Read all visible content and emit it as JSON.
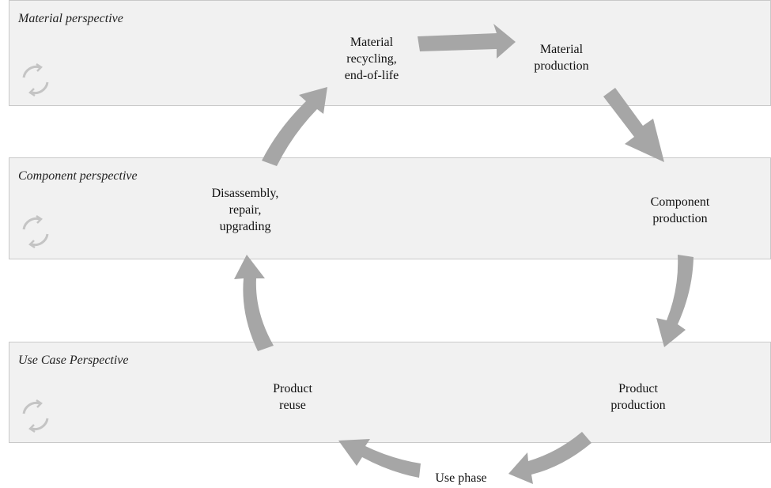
{
  "bands": [
    {
      "id": "material",
      "label": "Material perspective"
    },
    {
      "id": "component",
      "label": "Component perspective"
    },
    {
      "id": "usecase",
      "label": "Use Case Perspective"
    }
  ],
  "nodes": {
    "material_recycling": "Material\nrecycling,\nend-of-life",
    "material_production": "Material\nproduction",
    "component_production": "Component\nproduction",
    "product_production": "Product\nproduction",
    "use_phase": "Use phase",
    "product_reuse": "Product\nreuse",
    "disassembly": "Disassembly,\nrepair,\nupgrading"
  },
  "colors": {
    "band_fill": "#f1f1f1",
    "band_border": "#c9c9c9",
    "arrow": "#a6a6a6",
    "icon": "#c4c4c4"
  },
  "icons": [
    "recycle-cycle-icon",
    "curved-arrow-icon"
  ]
}
